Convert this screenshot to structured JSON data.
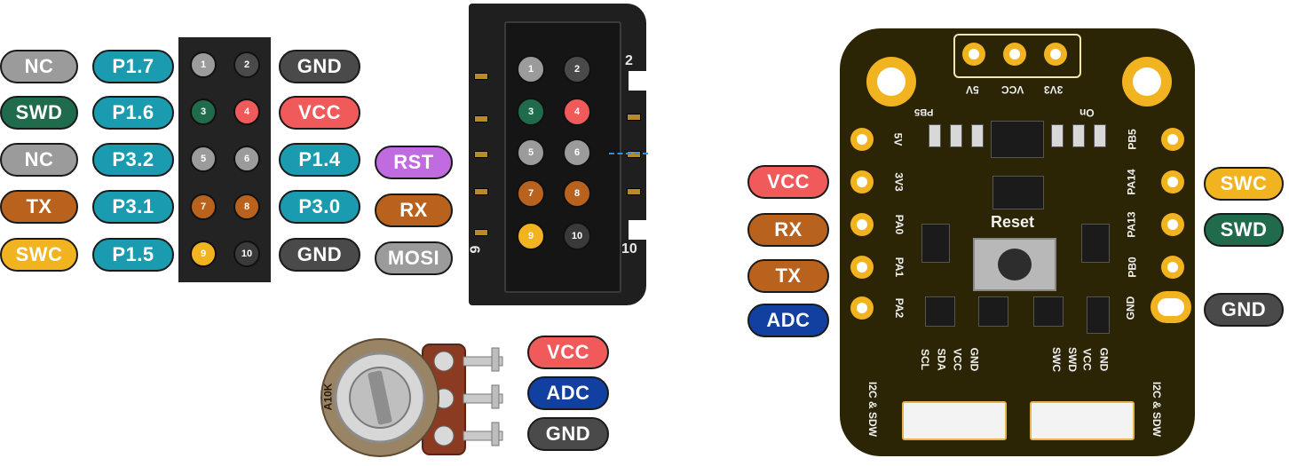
{
  "header_pin_numbers": [
    "1",
    "2",
    "3",
    "4",
    "5",
    "6",
    "7",
    "8",
    "9",
    "10"
  ],
  "left_labels": [
    {
      "text": "NC",
      "color": "#9b9b9b"
    },
    {
      "text": "SWD",
      "color": "#1f6b4c"
    },
    {
      "text": "NC",
      "color": "#9b9b9b"
    },
    {
      "text": "TX",
      "color": "#b8621e"
    },
    {
      "text": "SWC",
      "color": "#f2b320"
    }
  ],
  "left_port_labels": [
    "P1.7",
    "P1.6",
    "P3.2",
    "P3.1",
    "P1.5"
  ],
  "right_labels": [
    {
      "text": "GND",
      "color": "#4a4a4a"
    },
    {
      "text": "VCC",
      "color": "#f05a5a"
    },
    {
      "text": "P1.4",
      "color": "#1a9bb0"
    },
    {
      "text": "P3.0",
      "color": "#1a9bb0"
    },
    {
      "text": "GND",
      "color": "#4a4a4a"
    }
  ],
  "extra_labels": [
    {
      "text": "RST",
      "color": "#c06be0"
    },
    {
      "text": "RX",
      "color": "#b8621e"
    },
    {
      "text": "MOSI",
      "color": "#9b9b9b"
    }
  ],
  "box_header": {
    "corner_2": "2",
    "corner_9": "9",
    "corner_10": "10"
  },
  "potentiometer": {
    "marking": "A10K",
    "labels": [
      {
        "text": "VCC",
        "color": "#f05a5a"
      },
      {
        "text": "ADC",
        "color": "#1140a0"
      },
      {
        "text": "GND",
        "color": "#4a4a4a"
      }
    ]
  },
  "module": {
    "left_labels": [
      {
        "text": "VCC",
        "color": "#f05a5a"
      },
      {
        "text": "RX",
        "color": "#b8621e"
      },
      {
        "text": "TX",
        "color": "#b8621e"
      },
      {
        "text": "ADC",
        "color": "#1140a0"
      }
    ],
    "right_labels": [
      {
        "text": "SWC",
        "color": "#f2b320"
      },
      {
        "text": "SWD",
        "color": "#1f6b4c"
      },
      {
        "text": "GND",
        "color": "#4a4a4a"
      }
    ],
    "top_pins": [
      "5V",
      "VCC",
      "3V3"
    ],
    "left_pins": [
      "5V",
      "3V3",
      "PA0",
      "PA1",
      "PA2"
    ],
    "right_pins": [
      "PB5",
      "PA14",
      "PA13",
      "PB0",
      "GND"
    ],
    "pb5_top": "PB5",
    "on_label": "On",
    "reset_label": "Reset",
    "left_conn_pins": [
      "SCL",
      "SDA",
      "VCC",
      "GND"
    ],
    "right_conn_pins": [
      "SWC",
      "SWD",
      "VCC",
      "GND"
    ],
    "side_text": "I2C & SDW"
  }
}
